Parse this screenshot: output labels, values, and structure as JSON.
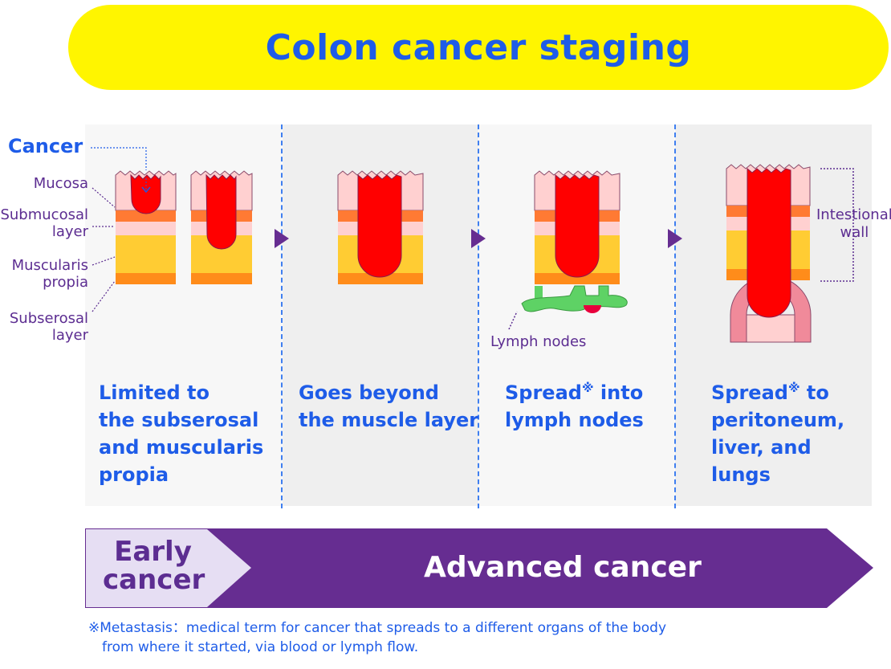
{
  "title": "Colon cancer staging",
  "colors": {
    "title_bg": "#fff500",
    "title_text": "#1e5ce8",
    "purple": "#5c2d91",
    "bar_purple": "#662d91",
    "early_bg": "#e6def3",
    "cancer_red": "#ff0000",
    "mucosa_pink": "#ffd0d0",
    "submucosa_orange": "#ff7a33",
    "muscle_yellow": "#ffcc33",
    "lymph_green": "#5ed265"
  },
  "labels": {
    "cancer": "Cancer",
    "mucosa": "Mucosa",
    "submucosal_line1": "Submucosal",
    "submucosal_line2": "layer",
    "muscularis_line1": "Muscularis",
    "muscularis_line2": "propia",
    "subserosal_line1": "Subserosal",
    "subserosal_line2": "layer",
    "lymph_nodes": "Lymph nodes",
    "intestinal_line1": "Intestional",
    "intestinal_line2": "wall"
  },
  "stages": [
    {
      "lines": [
        "Limited to",
        "the subserosal",
        "and muscularis",
        "propia"
      ]
    },
    {
      "lines": [
        "Goes beyond",
        "the muscle layer"
      ]
    },
    {
      "line1_a": "Spread",
      "mark": "※",
      "line1_b": " into",
      "line2": "lymph nodes"
    },
    {
      "line1_a": "Spread",
      "mark": "※",
      "line1_b": " to",
      "line2": "peritoneum,",
      "line3": "liver, and",
      "line4": "lungs"
    }
  ],
  "progress_bar": {
    "early_line1": "Early",
    "early_line2": "cancer",
    "advanced": "Advanced cancer"
  },
  "footnote": {
    "line1": "※Metastasis：medical term for cancer that spreads to a different organs of the body",
    "line2": "from where it started, via blood or lymph flow."
  }
}
